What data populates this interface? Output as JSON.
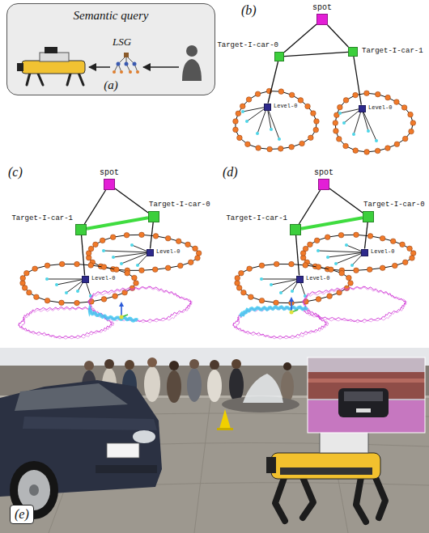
{
  "diagram": {
    "nodes": [
      {
        "text": [
          "Semantic query",
          "LSG",
          "(a)"
        ]
      },
      {
        "text": [
          "spot"
        ]
      },
      {
        "text": [
          "Target-I-car-0"
        ]
      },
      {
        "text": [
          "Target-I-car-1"
        ]
      },
      {
        "text": [
          "Level-0"
        ]
      },
      {
        "text": [
          "Level-0"
        ]
      },
      {
        "text": [
          "spot"
        ]
      },
      {
        "text": [
          "Target-I-car-1"
        ]
      },
      {
        "text": [
          "Target-I-car-0"
        ]
      },
      {
        "text": [
          "Level-0"
        ]
      },
      {
        "text": [
          "Level-0"
        ]
      },
      {
        "text": [
          "spot"
        ]
      },
      {
        "text": [
          "Target-I-car-1"
        ]
      },
      {
        "text": [
          "Target-I-car-0"
        ]
      },
      {
        "text": [
          "Level-0"
        ]
      },
      {
        "text": [
          "Level-0"
        ]
      }
    ],
    "edges": [
      {
        "from": 1,
        "to": 2,
        "arrow": "none"
      },
      {
        "from": 1,
        "to": 3,
        "arrow": "none"
      },
      {
        "from": 2,
        "to": 3,
        "arrow": "none"
      },
      {
        "from": 2,
        "to": 4,
        "arrow": "none"
      },
      {
        "from": 3,
        "to": 5,
        "arrow": "none"
      },
      {
        "from": 6,
        "to": 7,
        "arrow": "none"
      },
      {
        "from": 6,
        "to": 8,
        "arrow": "none"
      },
      {
        "from": 7,
        "to": 8,
        "arrow": "none"
      },
      {
        "from": 8,
        "to": 9,
        "arrow": "none"
      },
      {
        "from": 7,
        "to": 10,
        "arrow": "none"
      },
      {
        "from": 11,
        "to": 12,
        "arrow": "none"
      },
      {
        "from": 11,
        "to": 13,
        "arrow": "none"
      },
      {
        "from": 12,
        "to": 13,
        "arrow": "none"
      },
      {
        "from": 13,
        "to": 14,
        "arrow": "none"
      },
      {
        "from": 12,
        "to": 15,
        "arrow": "none"
      }
    ],
    "labels": [
      "(b)",
      "(c)",
      "(d)",
      "(e)"
    ]
  }
}
